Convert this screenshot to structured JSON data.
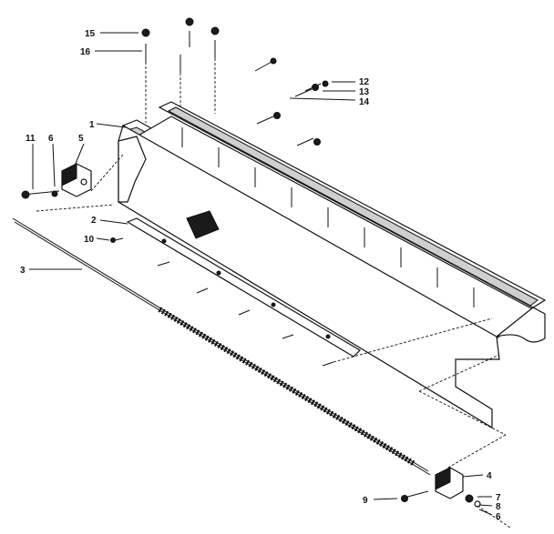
{
  "diagram": {
    "callouts": [
      {
        "id": "c15",
        "text": "15"
      },
      {
        "id": "c16",
        "text": "16"
      },
      {
        "id": "c1",
        "text": "1"
      },
      {
        "id": "c11",
        "text": "11"
      },
      {
        "id": "c6a",
        "text": "6"
      },
      {
        "id": "c5",
        "text": "5"
      },
      {
        "id": "c12",
        "text": "12"
      },
      {
        "id": "c13",
        "text": "13"
      },
      {
        "id": "c14",
        "text": "14"
      },
      {
        "id": "c2",
        "text": "2"
      },
      {
        "id": "c10",
        "text": "10"
      },
      {
        "id": "c3",
        "text": "3"
      },
      {
        "id": "c4",
        "text": "4"
      },
      {
        "id": "c7",
        "text": "7"
      },
      {
        "id": "c9",
        "text": "9"
      },
      {
        "id": "c8",
        "text": "8"
      },
      {
        "id": "c6b",
        "text": "6"
      }
    ]
  }
}
